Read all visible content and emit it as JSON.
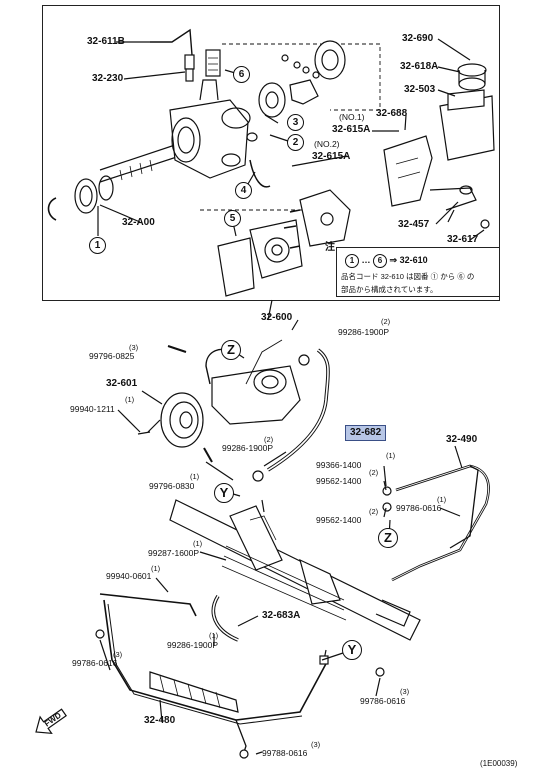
{
  "labels": {
    "p32_611B": "32-611B",
    "p32_230": "32-230",
    "p32_A00": "32-A00",
    "p32_690": "32-690",
    "p32_618A": "32-618A",
    "p32_503": "32-503",
    "p32_688": "32-688",
    "no1": "(NO.1)",
    "p32_615A_1": "32-615A",
    "no2": "(NO.2)",
    "p32_615A_2": "32-615A",
    "p32_457": "32-457",
    "p32_617": "32-617",
    "p32_600": "32-600",
    "p99286_1900P_a": "99286-1900P",
    "p99286_1900P_a_q": "(2)",
    "p99796_0825": "99796-0825",
    "p99796_0825_q": "(3)",
    "p32_601": "32-601",
    "p99940_1211": "99940-1211",
    "p99940_1211_q": "(1)",
    "p32_682": "32-682",
    "p99286_1900P_b": "99286-1900P",
    "p99286_1900P_b_q": "(2)",
    "p99796_0830": "99796-0830",
    "p99796_0830_q": "(1)",
    "p32_490": "32-490",
    "p99366_1400": "99366-1400",
    "p99366_1400_q": "(1)",
    "p99562_1400_a": "99562-1400",
    "p99562_1400_a_q": "(2)",
    "p99562_1400_b": "99562-1400",
    "p99562_1400_b_q": "(2)",
    "p99786_0616_a": "99786-0616",
    "p99786_0616_a_q": "(1)",
    "p99287_1600P": "99287-1600P",
    "p99287_1600P_q": "(1)",
    "p99940_0601": "99940-0601",
    "p99940_0601_q": "(1)",
    "p32_683A": "32-683A",
    "p99286_1900P_c": "99286-1900P",
    "p99286_1900P_c_q": "(1)",
    "p99786_0616_b": "99786-0616",
    "p99786_0616_b_q": "(3)",
    "p99786_0616_c": "99786-0616",
    "p99786_0616_c_q": "(3)",
    "p32_480": "32-480",
    "p99788_0616": "99788-0616",
    "p99788_0616_q": "(3)",
    "fwd": "FWD",
    "corner": "(1E00039)"
  },
  "circled_numbers": [
    "1",
    "2",
    "3",
    "4",
    "5",
    "6"
  ],
  "callouts": {
    "Z": "Z",
    "Y": "Y"
  },
  "note": {
    "mark": "注",
    "range_from": "1",
    "range_to": "6",
    "arrow_text": "⇒ 32-610",
    "line2": "品名コード 32-610 は図番 ① から ⑥ の",
    "line3": "部品から構成されています。"
  },
  "colors": {
    "highlight_fill": "#b7c6e6",
    "highlight_border": "#3a4f86",
    "ink": "#111111"
  }
}
